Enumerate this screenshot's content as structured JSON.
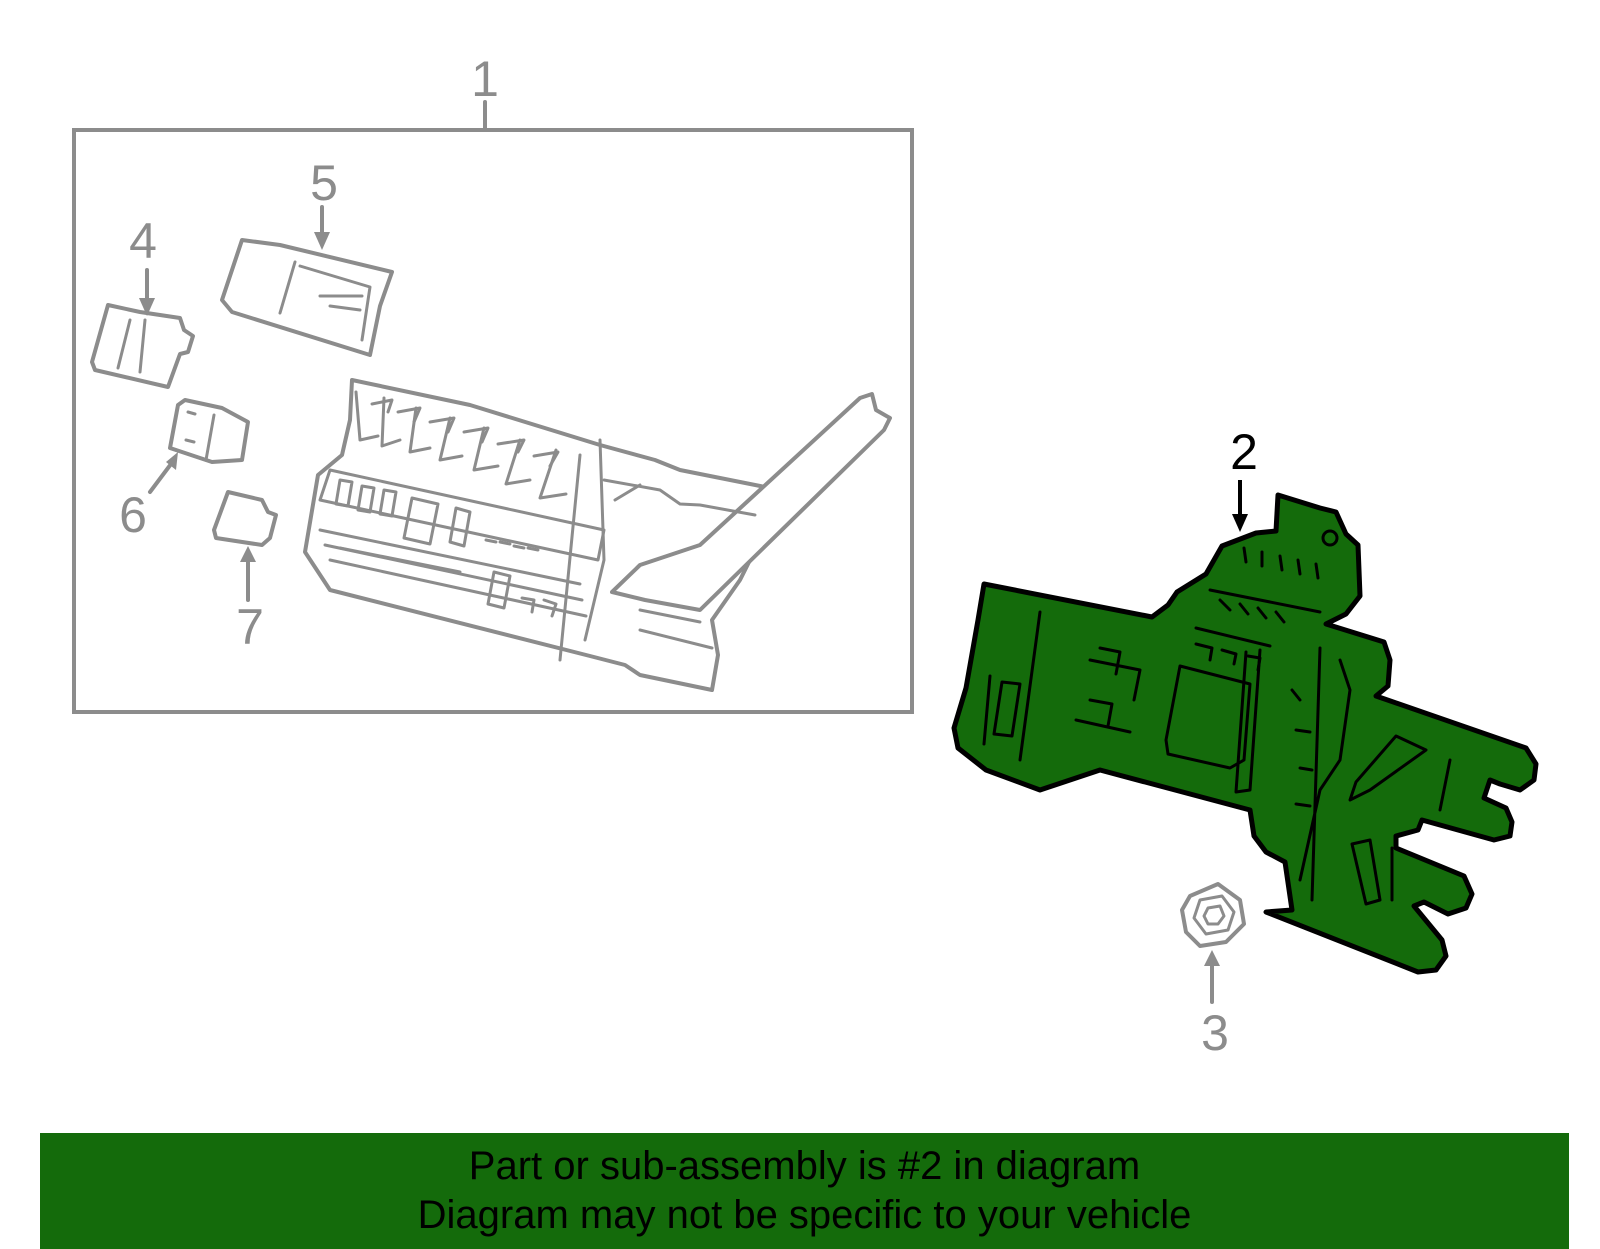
{
  "diagram": {
    "callouts": [
      "1",
      "2",
      "3",
      "4",
      "5",
      "6",
      "7"
    ],
    "highlighted_callout": "2",
    "highlight_color": "#146b0b"
  },
  "banner": {
    "line1": "Part or sub-assembly is #2 in diagram",
    "line2": "Diagram may not be specific to your vehicle"
  }
}
